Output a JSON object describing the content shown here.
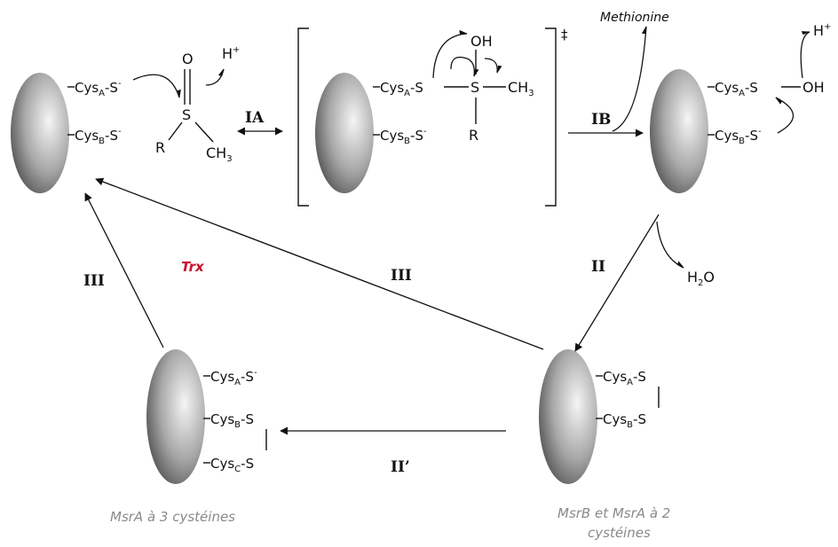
{
  "labels": {
    "cys_a": "Cys",
    "cys_b": "Cys",
    "cys_c": "Cys",
    "sub_a": "A",
    "sub_b": "B",
    "sub_c": "C",
    "s_minus": "-S",
    "minus_sup": "-",
    "s": "-S",
    "s_plain": "S",
    "o": "O",
    "oh": "OH",
    "h_plus": "H",
    "plus_sup": "+",
    "r": "R",
    "ch3": "CH",
    "three": "3",
    "h2o_h": "H",
    "h2o_two": "2",
    "h2o_o": "O",
    "dagger": "‡"
  },
  "steps": {
    "IA": "IA",
    "IB": "IB",
    "II": "II",
    "II_prime": "II’",
    "III_left": "III",
    "III_mid": "III"
  },
  "annotations": {
    "methionine": "Methionine",
    "trx": "Trx"
  },
  "captions": {
    "msra3": "MsrA à 3 cystéines",
    "msrb_line1": "MsrB et MsrA à 2",
    "msrb_line2": "cystéines"
  },
  "colors": {
    "trx": "#c8102e",
    "caption": "#8a8a8a",
    "enzyme_light": "#f2f2f2",
    "enzyme_dark": "#555555"
  }
}
